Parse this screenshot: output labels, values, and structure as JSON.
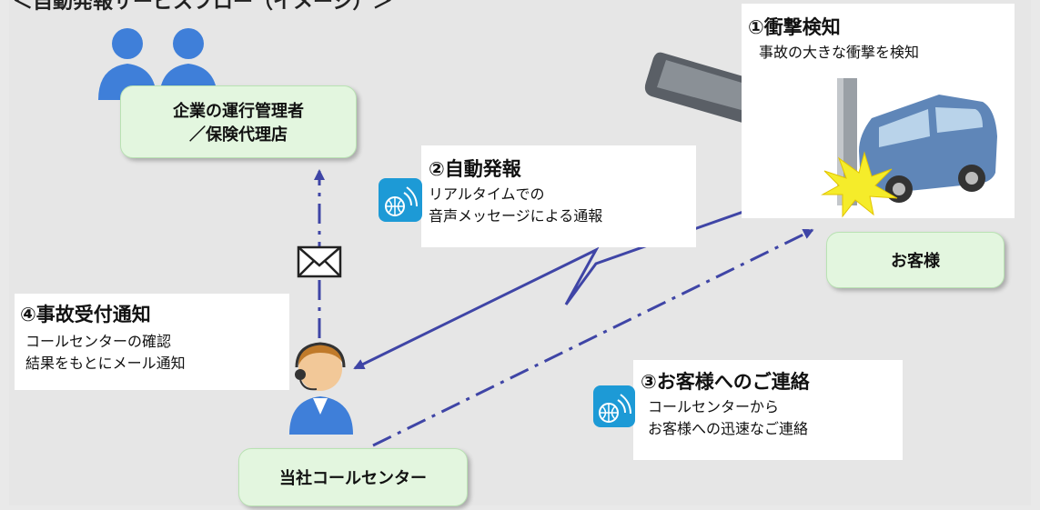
{
  "title": "＜自動発報サービスフロー（イメージ）＞",
  "manager_box": {
    "line1": "企業の運行管理者",
    "line2": "／保険代理店"
  },
  "customer_box": {
    "label": "お客様"
  },
  "callcenter_box": {
    "label": "当社コールセンター"
  },
  "step1": {
    "heading": "①衝撃検知",
    "text": "事故の大きな衝撃を検知"
  },
  "step2": {
    "heading": "②自動発報",
    "line1": "リアルタイムでの",
    "line2": "音声メッセージによる通報"
  },
  "step3": {
    "heading": "③お客様へのご連絡",
    "line1": "コールセンターから",
    "line2": "お客様への迅速なご連絡"
  },
  "step4": {
    "heading": "④事故受付通知",
    "line1": "コールセンターの確認",
    "line2": "結果をもとにメール通知"
  },
  "colors": {
    "arrow": "#3f45a6",
    "box_fill": "#e3f6df",
    "icon_blue": "#1d9ad6",
    "person_blue": "#3f7fd9",
    "car_blue": "#5f86b8"
  },
  "icons": [
    "person-icon",
    "envelope-icon",
    "wireless-icon",
    "dashcam-icon",
    "car-crash-icon",
    "operator-icon"
  ]
}
